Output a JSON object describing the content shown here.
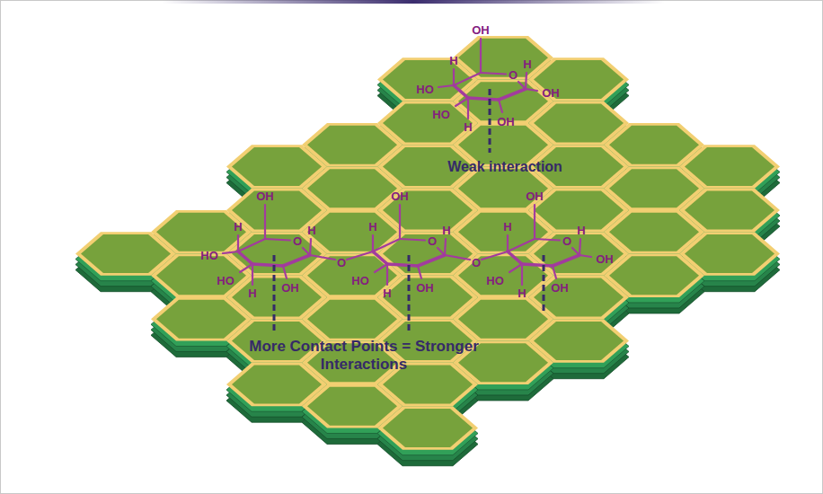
{
  "diagram": {
    "labels": [
      "OH",
      "H",
      "H",
      "O",
      "HO",
      "OH",
      "HO",
      "H",
      "OH",
      "Weak interaction",
      "OH",
      "H",
      "H",
      "O",
      "HO",
      "HO",
      "H",
      "OH",
      "O",
      "OH",
      "H",
      "H",
      "O",
      "HO",
      "H",
      "OH",
      "O",
      "OH",
      "H",
      "H",
      "O",
      "OH",
      "HO",
      "H",
      "OH",
      "More Contact Points = Stronger Interactions"
    ]
  }
}
